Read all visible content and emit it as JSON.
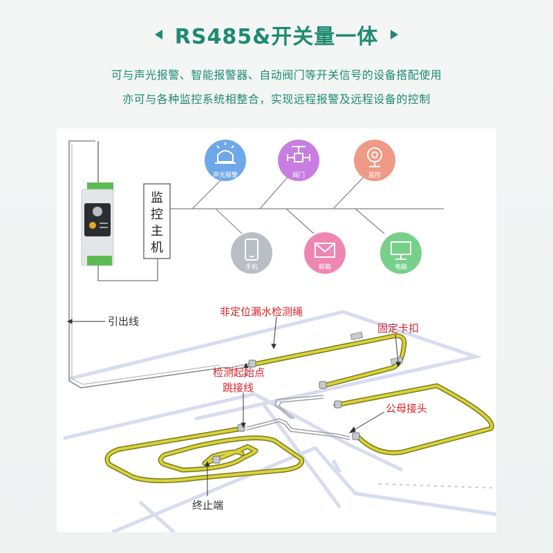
{
  "header": {
    "title": "RS485&开关量一体",
    "subtitle_line1": "可与声光报警、智能报警器、自动阀门等开关信号的设备搭配使用",
    "subtitle_line2": "亦可与各种监控系统相整合，实现远程报警及远程设备的控制"
  },
  "host": {
    "label_chars": [
      "监",
      "控",
      "主",
      "机"
    ]
  },
  "devices_top": [
    {
      "label": "声光报警",
      "color": "#6fa8e8",
      "icon": "alarm-light-icon"
    },
    {
      "label": "阀门",
      "color": "#c77ee0",
      "icon": "valve-icon"
    },
    {
      "label": "监控",
      "color": "#ef9a86",
      "icon": "camera-icon"
    }
  ],
  "devices_bottom": [
    {
      "label": "手机",
      "color": "#b9bec4",
      "icon": "phone-icon"
    },
    {
      "label": "邮箱",
      "color": "#ee86b4",
      "icon": "mail-icon"
    },
    {
      "label": "电脑",
      "color": "#76d08a",
      "icon": "computer-icon"
    }
  ],
  "labels": {
    "lead_wire": "引出线",
    "rope": "非定位漏水检测绳",
    "clip": "固定卡扣",
    "start_point": "检测起始点",
    "jumper": "跳接线",
    "connector": "公母接头",
    "terminal": "终止端"
  },
  "colors": {
    "accent": "#1f8a72",
    "rope_yellow": "#d8d33c",
    "rope_dark": "#7c7a1a",
    "label_red": "#d8232a",
    "line_gray": "#7f8288"
  }
}
